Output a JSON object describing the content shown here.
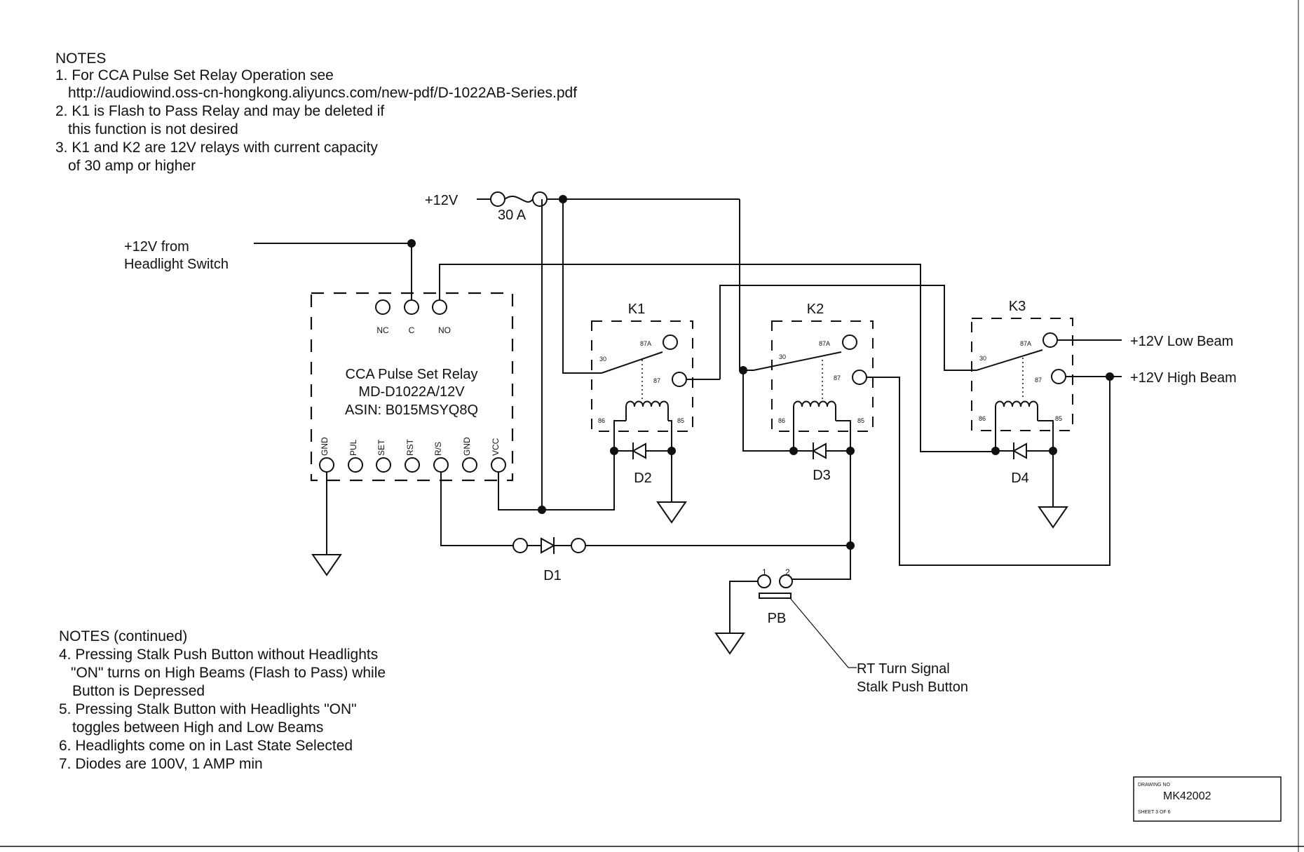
{
  "notes": {
    "heading": "NOTES",
    "n1a": "1. For CCA Pulse Set Relay Operation see",
    "n1b": "http://audiowind.oss-cn-hongkong.aliyuncs.com/new-pdf/D-1022AB-Series.pdf",
    "n2a": "2. K1 is Flash to Pass Relay and may be deleted if",
    "n2b": "this function is not desired",
    "n3a": "3. K1 and K2 are 12V relays with current capacity",
    "n3b": "of 30 amp or higher"
  },
  "notes_continued": {
    "heading": "NOTES (continued)",
    "n4a": "4. Pressing Stalk Push Button without Headlights",
    "n4b": "\"ON\" turns on High Beams (Flash to Pass) while",
    "n4c": "Button is Depressed",
    "n5a": "5. Pressing Stalk Button with Headlights \"ON\"",
    "n5b": "toggles between High and Low Beams",
    "n6": "6. Headlights come on in Last State Selected",
    "n7": "7. Diodes are 100V, 1 AMP min"
  },
  "power": {
    "supply": "+12V",
    "fuse": "30 A",
    "switch_line1": "+12V from",
    "switch_line2": "Headlight Switch"
  },
  "pulse_relay": {
    "line1": "CCA Pulse Set Relay",
    "line2": "MD-D1022A/12V",
    "line3": "ASIN: B015MSYQ8Q",
    "top_pins": [
      "NC",
      "C",
      "NO"
    ],
    "bottom_pins": [
      "GND",
      "PUL",
      "SET",
      "RST",
      "R/S",
      "GND",
      "VCC"
    ]
  },
  "relays": {
    "k1": "K1",
    "k2": "K2",
    "k3": "K3",
    "pin30": "30",
    "pin87a": "87A",
    "pin87": "87",
    "pin86": "86",
    "pin85": "85"
  },
  "diodes": {
    "d1": "D1",
    "d2": "D2",
    "d3": "D3",
    "d4": "D4"
  },
  "outputs": {
    "low_beam": "+12V Low Beam",
    "high_beam": "+12V High Beam"
  },
  "push_button": {
    "pin1": "1",
    "pin2": "2",
    "label": "PB",
    "callout1": "RT Turn Signal",
    "callout2": "Stalk Push Button"
  },
  "title_block": {
    "drawing_no_label": "DRAWING NO",
    "drawing_no": "MK42002",
    "sheet": "SHEET 3 OF 6"
  }
}
